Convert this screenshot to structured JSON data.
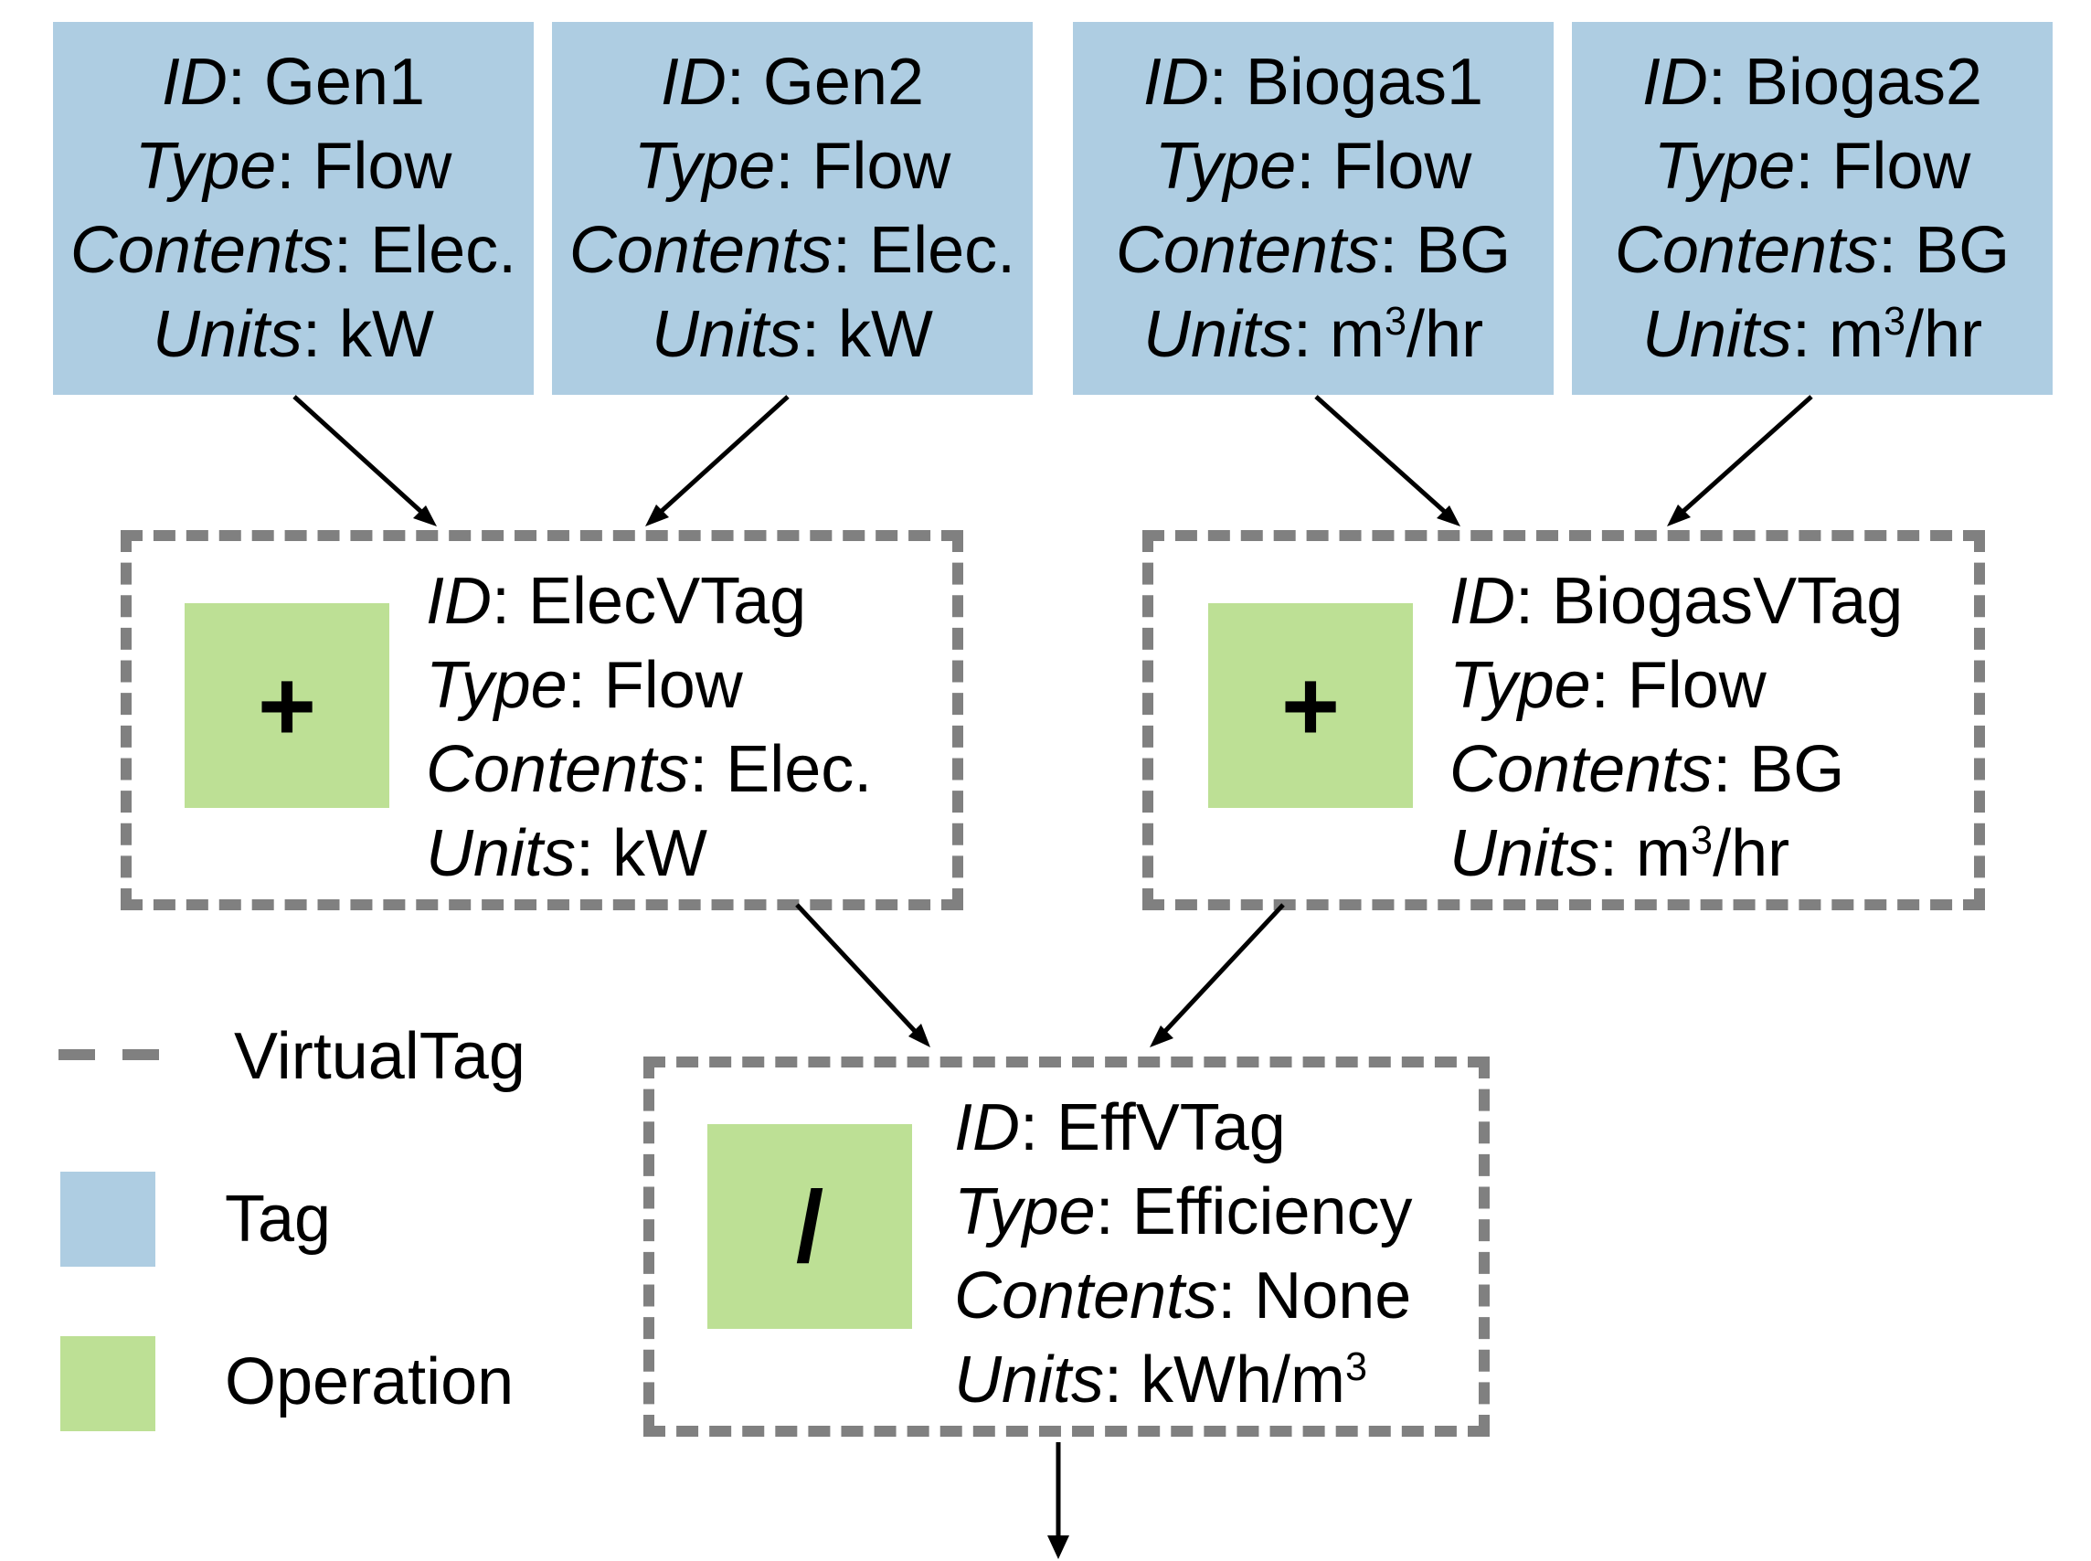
{
  "tags": [
    {
      "id_key": "ID",
      "id_val": ": Gen1",
      "type_key": "Type",
      "type_val": ": Flow",
      "contents_key": "Contents",
      "contents_val": ": Elec.",
      "units_key": "Units",
      "units_val": ": kW",
      "units_sup": "",
      "units_tail": ""
    },
    {
      "id_key": "ID",
      "id_val": ": Gen2",
      "type_key": "Type",
      "type_val": ": Flow",
      "contents_key": "Contents",
      "contents_val": ": Elec.",
      "units_key": "Units",
      "units_val": ": kW",
      "units_sup": "",
      "units_tail": ""
    },
    {
      "id_key": "ID",
      "id_val": ": Biogas1",
      "type_key": "Type",
      "type_val": ": Flow",
      "contents_key": "Contents",
      "contents_val": ": BG",
      "units_key": "Units",
      "units_val": ": m",
      "units_sup": "3",
      "units_tail": "/hr"
    },
    {
      "id_key": "ID",
      "id_val": ": Biogas2",
      "type_key": "Type",
      "type_val": ": Flow",
      "contents_key": "Contents",
      "contents_val": ": BG",
      "units_key": "Units",
      "units_val": ": m",
      "units_sup": "3",
      "units_tail": "/hr"
    }
  ],
  "virtual_tags": [
    {
      "op": "+",
      "id_key": "ID",
      "id_val": ": ElecVTag",
      "type_key": "Type",
      "type_val": ": Flow",
      "contents_key": "Contents",
      "contents_val": ": Elec.",
      "units_key": "Units",
      "units_val": ": kW",
      "units_sup": "",
      "units_tail": ""
    },
    {
      "op": "+",
      "id_key": "ID",
      "id_val": ": BiogasVTag",
      "type_key": "Type",
      "type_val": ": Flow",
      "contents_key": "Contents",
      "contents_val": ": BG",
      "units_key": "Units",
      "units_val": ": m",
      "units_sup": "3",
      "units_tail": "/hr"
    },
    {
      "op": "/",
      "id_key": "ID",
      "id_val": ": EffVTag",
      "type_key": "Type",
      "type_val": ": Efficiency",
      "contents_key": "Contents",
      "contents_val": ": None",
      "units_key": "Units",
      "units_val": ": kWh/m",
      "units_sup": "3",
      "units_tail": ""
    }
  ],
  "legend": {
    "virtual_tag": "VirtualTag",
    "tag": "Tag",
    "operation": "Operation"
  },
  "colors": {
    "tag": "#aecde2",
    "operation": "#bde095",
    "virtual_tag_border": "#808080"
  }
}
